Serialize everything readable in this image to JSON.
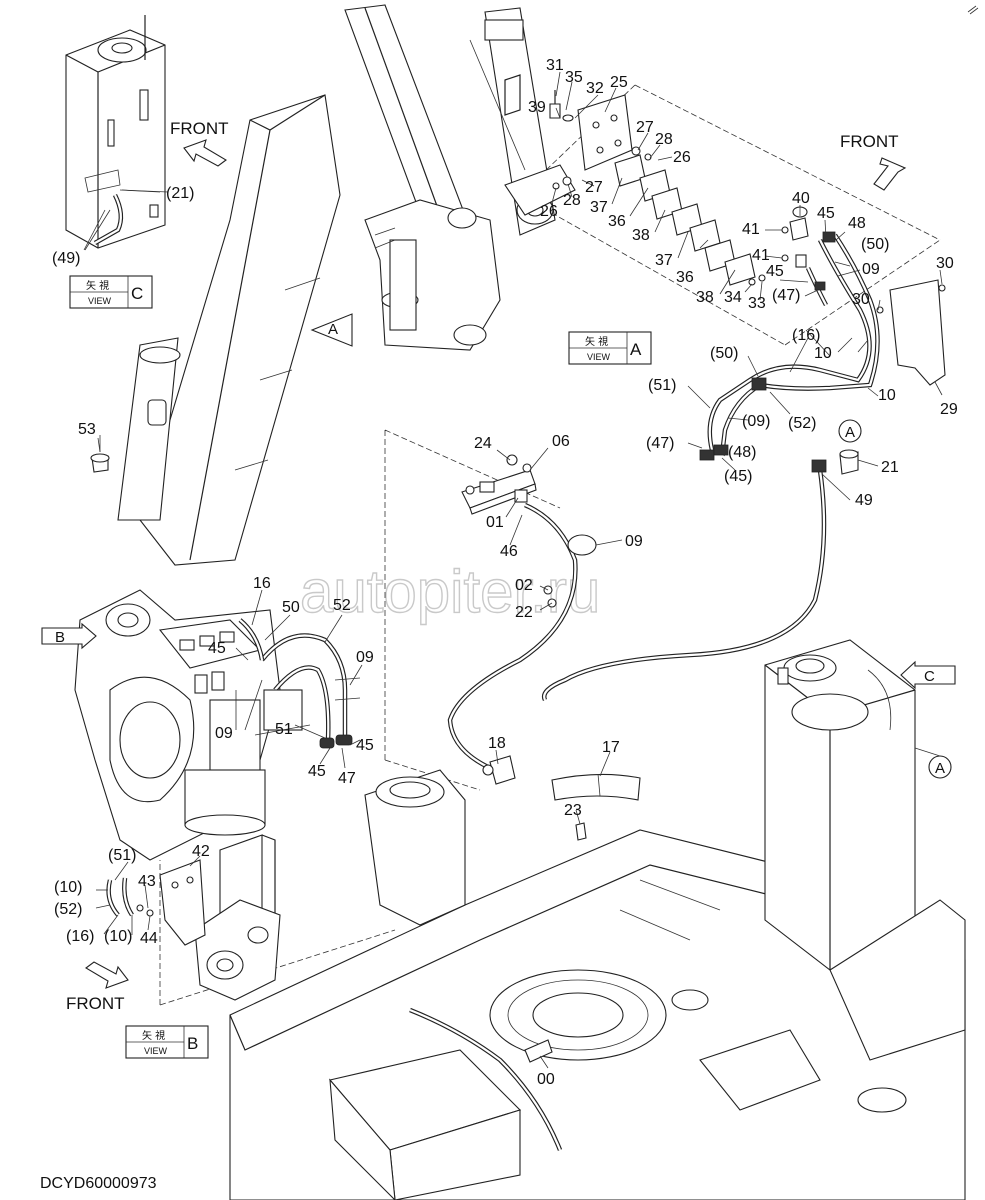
{
  "drawing_code": "DCYD60000973",
  "watermark": "autopiter.ru",
  "front_labels": [
    "FRONT",
    "FRONT",
    "FRONT"
  ],
  "views": [
    {
      "cjk": "矢 視",
      "word": "VIEW",
      "letter": "C"
    },
    {
      "cjk": "矢 視",
      "word": "VIEW",
      "letter": "A"
    },
    {
      "cjk": "矢 視",
      "word": "VIEW",
      "letter": "B"
    }
  ],
  "section_markers": [
    "A",
    "B",
    "A",
    "C",
    "A"
  ],
  "part_labels": {
    "view_c": [
      "(21)",
      "(49)"
    ],
    "view_a": [
      "31",
      "35",
      "32",
      "25",
      "39",
      "27",
      "28",
      "26",
      "26",
      "28",
      "27",
      "37",
      "36",
      "38",
      "37",
      "36",
      "38",
      "34",
      "33",
      "40",
      "45",
      "48",
      "41",
      "(50)",
      "41",
      "45",
      "09",
      "(47)",
      "30",
      "30",
      "10",
      "(16)",
      "(50)",
      "10",
      "(51)",
      "(09)",
      "(52)",
      "(47)",
      "(48)",
      "(45)",
      "29"
    ],
    "main": [
      "53",
      "16",
      "50",
      "52",
      "45",
      "09",
      "09",
      "51",
      "45",
      "45",
      "47",
      "24",
      "06",
      "01",
      "46",
      "09",
      "02",
      "22",
      "21",
      "49",
      "18",
      "17",
      "23",
      "00"
    ],
    "view_b": [
      "(51)",
      "42",
      "(10)",
      "43",
      "(52)",
      "(16)",
      "(10)",
      "44"
    ]
  }
}
